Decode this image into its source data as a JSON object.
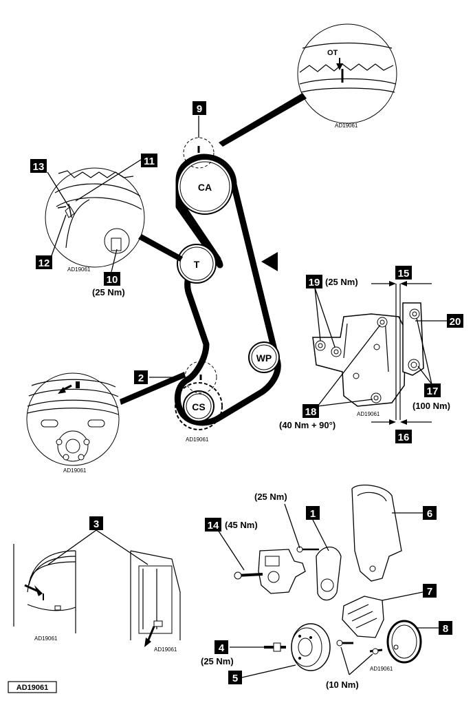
{
  "callouts": {
    "c1": "1",
    "c2": "2",
    "c3": "3",
    "c4": "4",
    "c5": "5",
    "c6": "6",
    "c7": "7",
    "c8": "8",
    "c9": "9",
    "c10": "10",
    "c11": "11",
    "c12": "12",
    "c13": "13",
    "c14": "14",
    "c15": "15",
    "c16": "16",
    "c17": "17",
    "c18": "18",
    "c19": "19",
    "c20": "20"
  },
  "pulleys": {
    "ca": "CA",
    "t": "T",
    "wp": "WP",
    "cs": "CS"
  },
  "torques": {
    "t10": "(25 Nm)",
    "t19": "(25 Nm)",
    "t17": "(100 Nm)",
    "t18": "(40 Nm + 90°)",
    "t1": "(25 Nm)",
    "t14": "(45 Nm)",
    "t4": "(25 Nm)",
    "t78": "(10 Nm)"
  },
  "detail_labels": {
    "ot": "OT"
  },
  "reference_codes": {
    "ref_top": "AD19061",
    "ref_left_detail": "AD19061",
    "ref_belt": "AD19061",
    "ref_crank_detail": "AD19061",
    "ref_bracket": "AD19061",
    "ref_bottom_left": "AD19061",
    "ref_bottom_mid": "AD19061",
    "ref_bottom_right": "AD19061",
    "ref_boxed": "AD19061"
  },
  "colors": {
    "ink": "#000000",
    "paper": "#ffffff",
    "hatch": "#bfbfbf"
  }
}
